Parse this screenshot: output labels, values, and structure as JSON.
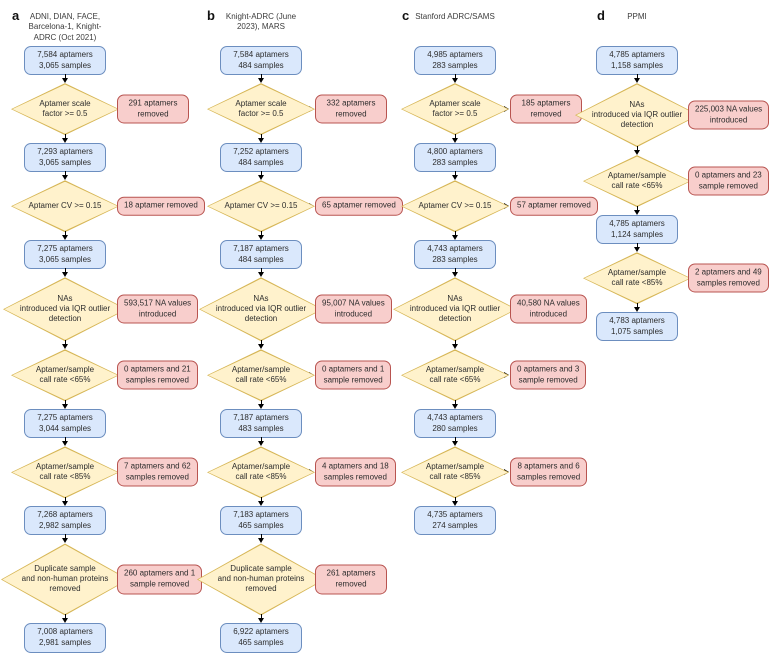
{
  "figure": {
    "kind": "quality-control-flowchart",
    "colors": {
      "state_fill": "#dae8fc",
      "state_border": "#6c8ebf",
      "filter_fill": "#fff2cc",
      "filter_border": "#d6b656",
      "removed_fill": "#f8cecc",
      "removed_border": "#b85450",
      "arrow": "#000000"
    }
  },
  "panels": [
    {
      "label": "a",
      "title": "ADNI, DIAN, FACE,\nBarcelona-1, Knight-\nADRC (Oct 2021)",
      "steps": [
        {
          "type": "box",
          "text": "7,584 aptamers\n3,065 samples"
        },
        {
          "type": "diamond",
          "size": "md",
          "text": "Aptamer scale\nfactor >= 0.5",
          "side": "291 aptamers\nremoved"
        },
        {
          "type": "box",
          "text": "7,293 aptamers\n3,065 samples"
        },
        {
          "type": "diamond",
          "size": "md",
          "text": "Aptamer CV >= 0.15",
          "side": "18 aptamer removed"
        },
        {
          "type": "box",
          "text": "7,275 aptamers\n3,065 samples"
        },
        {
          "type": "diamond",
          "size": "lg",
          "text": "NAs\nintroduced via IQR outlier\ndetection",
          "side": "593,517 NA values\nintroduced"
        },
        {
          "type": "diamond",
          "size": "md",
          "text": "Aptamer/sample\ncall rate <65%",
          "side": "0 aptamers and 21\nsamples removed"
        },
        {
          "type": "box",
          "text": "7,275 aptamers\n3,044 samples"
        },
        {
          "type": "diamond",
          "size": "md",
          "text": "Aptamer/sample\ncall rate <85%",
          "side": "7 aptamers and 62\nsamples removed"
        },
        {
          "type": "box",
          "text": "7,268 aptamers\n2,982 samples"
        },
        {
          "type": "diamond",
          "size": "xl",
          "text": "Duplicate sample\nand non-human proteins\nremoved",
          "side": "260 aptamers and 1\nsample removed"
        },
        {
          "type": "box",
          "text": "7,008 aptamers\n2,981 samples"
        }
      ]
    },
    {
      "label": "b",
      "title": "Knight-ADRC (June\n2023), MARS",
      "steps": [
        {
          "type": "box",
          "text": "7,584 aptamers\n484 samples"
        },
        {
          "type": "diamond",
          "size": "md",
          "text": "Aptamer scale\nfactor >= 0.5",
          "side": "332 aptamers\nremoved"
        },
        {
          "type": "box",
          "text": "7,252 aptamers\n484 samples"
        },
        {
          "type": "diamond",
          "size": "md",
          "text": "Aptamer CV >= 0.15",
          "side": "65 aptamer removed"
        },
        {
          "type": "box",
          "text": "7,187 aptamers\n484 samples"
        },
        {
          "type": "diamond",
          "size": "lg",
          "text": "NAs\nintroduced via IQR outlier\ndetection",
          "side": "95,007 NA values\nintroduced"
        },
        {
          "type": "diamond",
          "size": "md",
          "text": "Aptamer/sample\ncall rate <65%",
          "side": "0 aptamers and 1\nsample removed"
        },
        {
          "type": "box",
          "text": "7,187 aptamers\n483 samples"
        },
        {
          "type": "diamond",
          "size": "md",
          "text": "Aptamer/sample\ncall rate <85%",
          "side": "4 aptamers and 18\nsamples removed"
        },
        {
          "type": "box",
          "text": "7,183 aptamers\n465 samples"
        },
        {
          "type": "diamond",
          "size": "xl",
          "text": "Duplicate sample\nand non-human proteins\nremoved",
          "side": "261 aptamers\nremoved"
        },
        {
          "type": "box",
          "text": "6,922 aptamers\n465 samples"
        }
      ]
    },
    {
      "label": "c",
      "title": "Stanford ADRC/SAMS",
      "steps": [
        {
          "type": "box",
          "text": "4,985 aptamers\n283 samples"
        },
        {
          "type": "diamond",
          "size": "md",
          "text": "Aptamer scale\nfactor >= 0.5",
          "side": "185 aptamers\nremoved"
        },
        {
          "type": "box",
          "text": "4,800 aptamers\n283 samples"
        },
        {
          "type": "diamond",
          "size": "md",
          "text": "Aptamer CV >= 0.15",
          "side": "57 aptamer removed"
        },
        {
          "type": "box",
          "text": "4,743 aptamers\n283 samples"
        },
        {
          "type": "diamond",
          "size": "lg",
          "text": "NAs\nintroduced via IQR outlier\ndetection",
          "side": "40,580 NA values\nintroduced"
        },
        {
          "type": "diamond",
          "size": "md",
          "text": "Aptamer/sample\ncall rate <65%",
          "side": "0 aptamers and 3\nsample removed"
        },
        {
          "type": "box",
          "text": "4,743 aptamers\n280 samples"
        },
        {
          "type": "diamond",
          "size": "md",
          "text": "Aptamer/sample\ncall rate <85%",
          "side": "8 aptamers and 6\nsamples removed"
        },
        {
          "type": "box",
          "text": "4,735 aptamers\n274 samples"
        }
      ]
    },
    {
      "label": "d",
      "title": "PPMI",
      "steps": [
        {
          "type": "box",
          "text": "4,785 aptamers\n1,158 samples"
        },
        {
          "type": "diamond",
          "size": "lg",
          "text": "NAs\nintroduced via IQR outlier\ndetection",
          "side": "225,003 NA values\nintroduced"
        },
        {
          "type": "diamond",
          "size": "md",
          "text": "Aptamer/sample\ncall rate <65%",
          "side": "0 aptamers and 23\nsample removed"
        },
        {
          "type": "box",
          "text": "4,785 aptamers\n1,124 samples"
        },
        {
          "type": "diamond",
          "size": "md",
          "text": "Aptamer/sample\ncall rate <85%",
          "side": "2 aptamers and 49\nsamples removed"
        },
        {
          "type": "box",
          "text": "4,783 aptamers\n1,075 samples"
        }
      ]
    }
  ]
}
